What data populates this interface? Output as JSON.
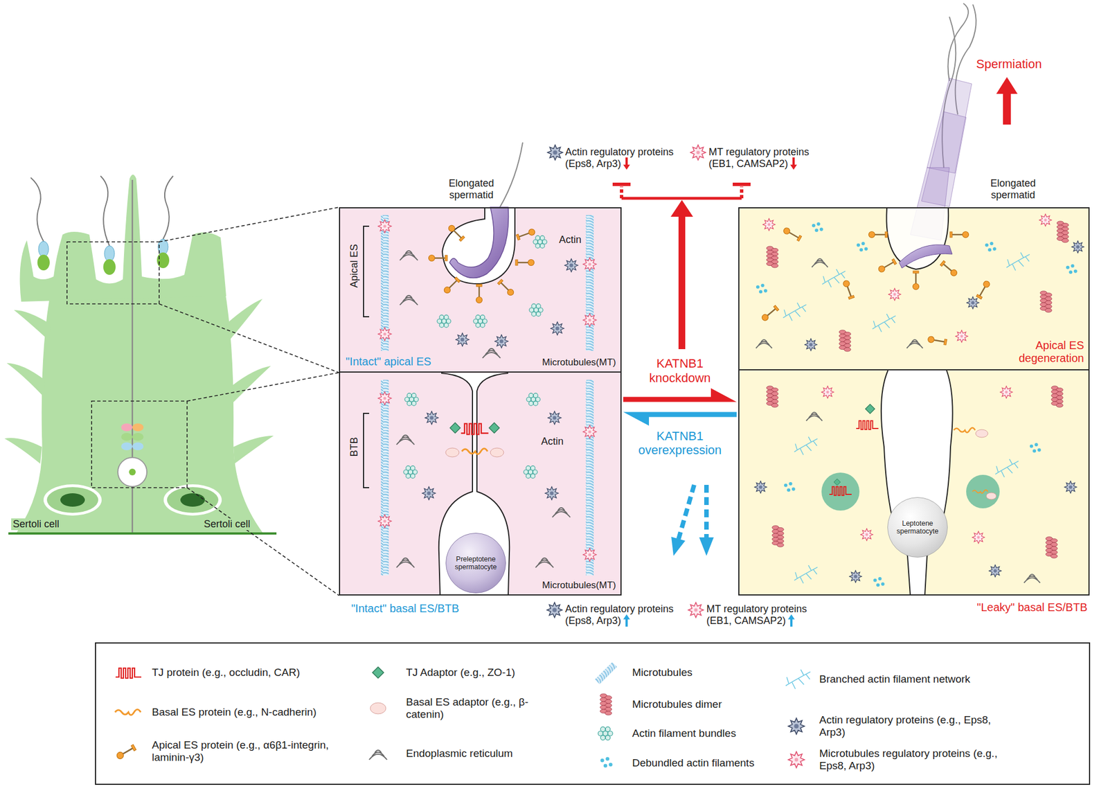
{
  "diagram": {
    "nodes": [
      {
        "text": [
          "Apical ES",
          "Actin",
          "Microtubules(MT)",
          "\"Intact\" apical ES"
        ]
      },
      {
        "text": [
          "BTB",
          "Actin",
          "Microtubules(MT)",
          "\"Intact\" basal ES/BTB"
        ]
      },
      {
        "text": [
          "Preleptotene spermatocyte"
        ],
        "in": 1
      },
      {
        "text": [
          "Apical ES degeneration"
        ]
      },
      {
        "text": [
          "\"Leaky\" basal ES/BTB"
        ]
      },
      {
        "text": [
          "Leptotene spermatocyte"
        ],
        "in": 4
      }
    ],
    "edges": [
      {
        "from": 1,
        "to": 4,
        "arrow": "to",
        "label": "KATNB1 knockdown"
      },
      {
        "from": 4,
        "to": 1,
        "arrow": "to",
        "label": "KATNB1 overexpression"
      }
    ],
    "labels": [
      "Spermiation",
      "Actin regulatory proteins (Eps8, Arp3)",
      "MT regulatory proteins (EB1, CAMSAP2)",
      "Elongated spermatid",
      "Elongated spermatid",
      "Sertoli cell",
      "Sertoli cell",
      "Actin regulatory proteins (Eps8, Arp3)",
      "MT regulatory proteins (EB1, CAMSAP2)"
    ],
    "legend": [
      {
        "text": "TJ protein (e.g., occludin, CAR)"
      },
      {
        "text": "Basal ES protein (e.g., N-cadherin)"
      },
      {
        "text": "Apical ES protein (e.g., α6β1-integrin, laminin-γ3)"
      },
      {
        "text": "TJ Adaptor (e.g., ZO-1)"
      },
      {
        "text": "Basal ES adaptor (e.g., β-catenin)"
      },
      {
        "text": "Endoplasmic reticulum"
      },
      {
        "text": "Microtubules"
      },
      {
        "text": "Microtubules dimer"
      },
      {
        "text": "Actin filament bundles"
      },
      {
        "text": "Debundled actin filaments"
      },
      {
        "text": "Branched actin filament network"
      },
      {
        "text": "Actin regulatory proteins (e.g., Eps8, Arp3)"
      },
      {
        "text": "Microtubules regulatory proteins (e.g., Eps8, Arp3)"
      }
    ]
  }
}
